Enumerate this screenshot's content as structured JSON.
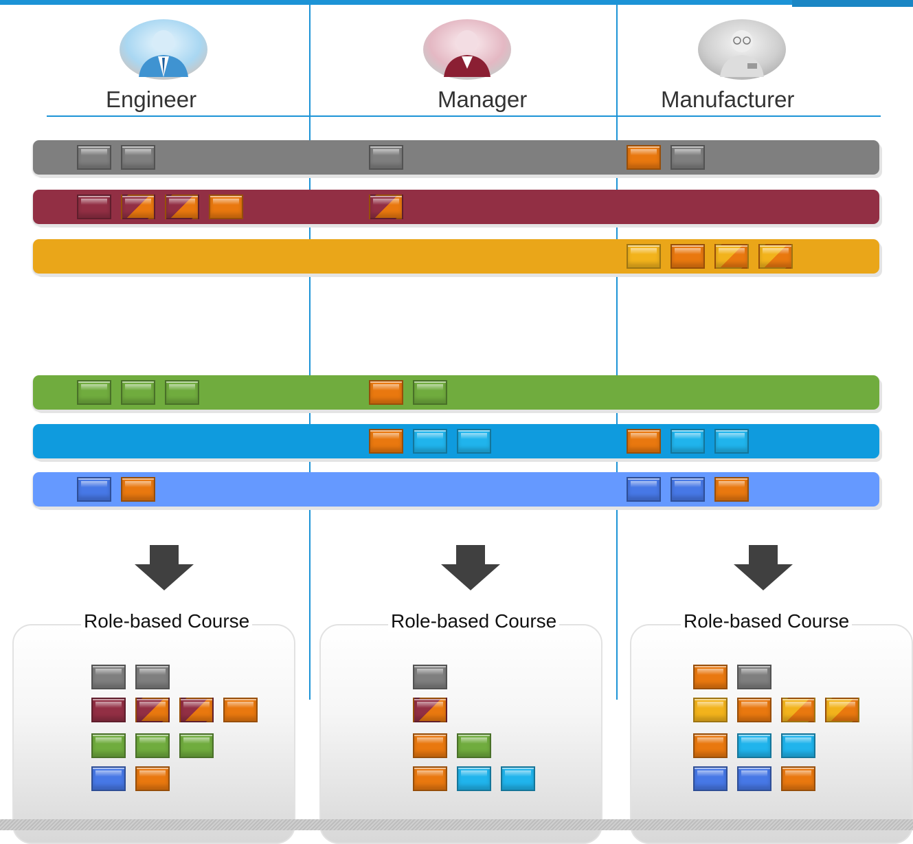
{
  "roles": [
    {
      "label": "Engineer",
      "icon": "engineer-avatar-icon"
    },
    {
      "label": "Manager",
      "icon": "manager-avatar-icon"
    },
    {
      "label": "Manufacturer",
      "icon": "manufacturer-avatar-icon"
    }
  ],
  "course_title": "Role-based Course",
  "colors": {
    "accent_line": "#1c93d6",
    "gray": "#7f7f7f",
    "maroon": "#922f44",
    "amber": "#eaa619",
    "green": "#70ac3e",
    "cyan": "#0f9bde",
    "periwinkle": "#6599ff",
    "orange": "#e9780f",
    "yellow": "#f2b31c",
    "sky": "#20b4ec",
    "royal": "#4778e6",
    "arrow": "#404040"
  },
  "bands": [
    {
      "color": "gray",
      "blocks": [
        [
          "gray",
          "gray"
        ],
        [
          "gray"
        ],
        [
          "orange",
          "gray"
        ]
      ]
    },
    {
      "color": "maroon",
      "blocks": [
        [
          "maroon",
          "maroon-orange",
          "maroon-orange",
          "orange"
        ],
        [
          "maroon-orange"
        ],
        []
      ]
    },
    {
      "color": "amber",
      "blocks": [
        [],
        [],
        [
          "yellow",
          "orange",
          "yellow-orange",
          "yellow-orange"
        ]
      ]
    },
    {
      "color": "green",
      "blocks": [
        [
          "green",
          "green",
          "green"
        ],
        [
          "orange",
          "green"
        ],
        []
      ]
    },
    {
      "color": "cyan",
      "blocks": [
        [],
        [
          "orange",
          "sky",
          "sky"
        ],
        [
          "orange",
          "sky",
          "sky"
        ]
      ]
    },
    {
      "color": "periwinkle",
      "blocks": [
        [
          "royal",
          "orange"
        ],
        [],
        [
          "royal",
          "royal",
          "orange"
        ]
      ]
    }
  ],
  "courses": [
    [
      [
        "gray",
        "gray"
      ],
      [
        "maroon",
        "maroon-orange",
        "maroon-orange",
        "orange"
      ],
      [
        "green",
        "green",
        "green"
      ],
      [
        "royal",
        "orange"
      ]
    ],
    [
      [
        "gray"
      ],
      [
        "maroon-orange"
      ],
      [
        "orange",
        "green"
      ],
      [
        "orange",
        "sky",
        "sky"
      ]
    ],
    [
      [
        "orange",
        "gray"
      ],
      [
        "yellow",
        "orange",
        "yellow-orange",
        "yellow-orange"
      ],
      [
        "orange",
        "sky",
        "sky"
      ],
      [
        "royal",
        "royal",
        "orange"
      ]
    ]
  ]
}
